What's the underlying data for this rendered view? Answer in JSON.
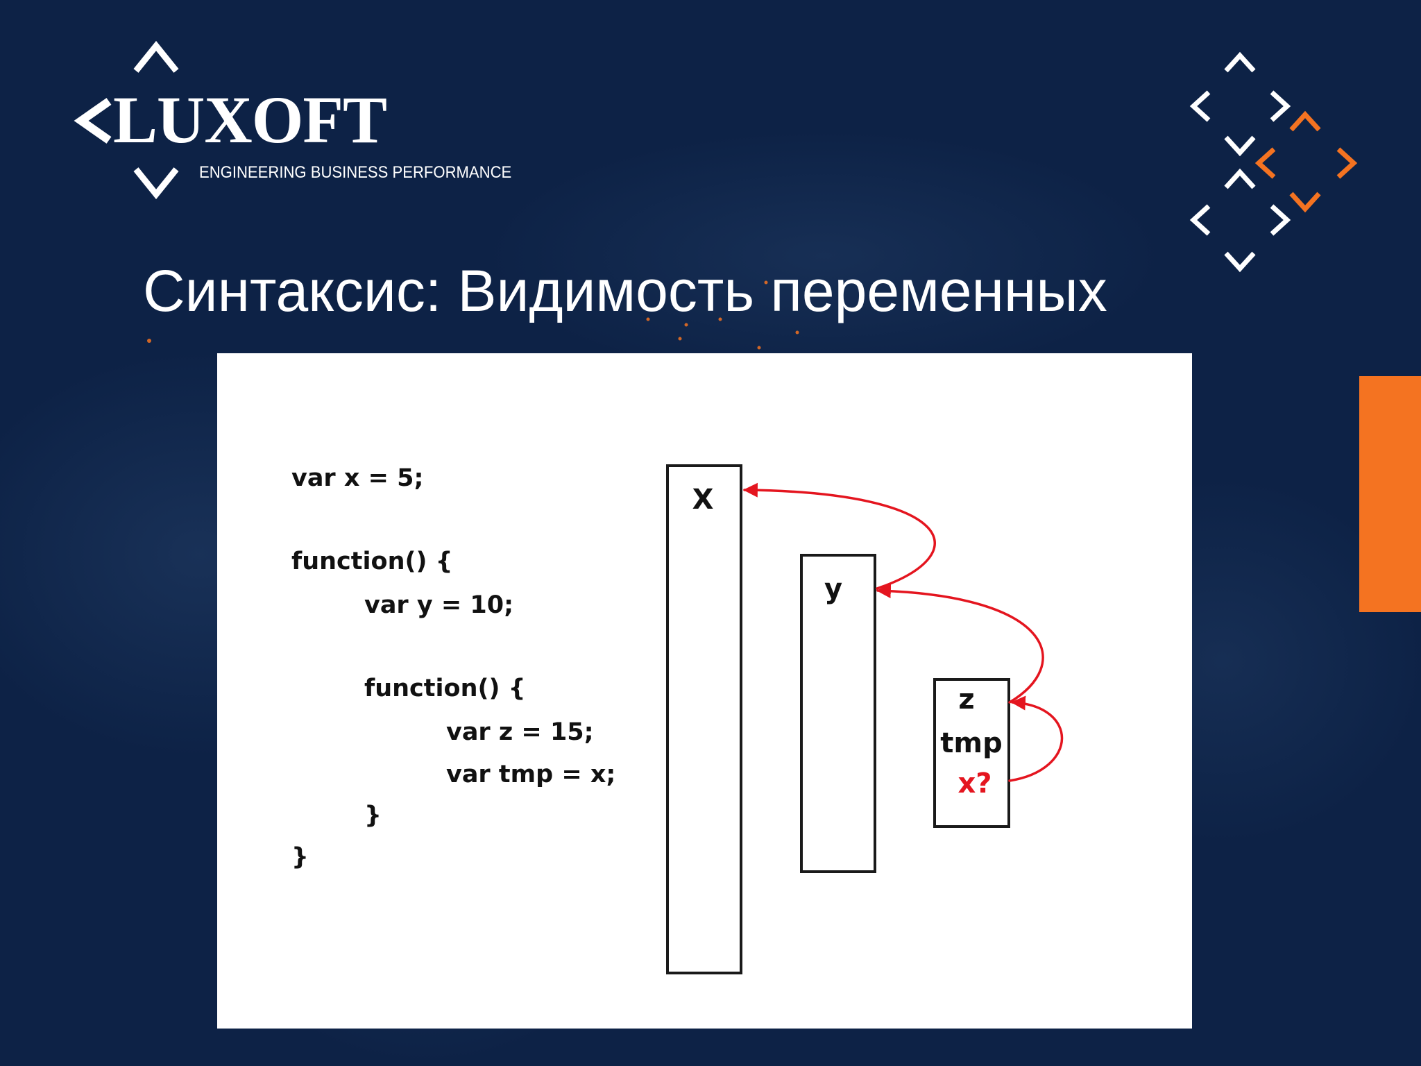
{
  "slide": {
    "logo": {
      "wordmark": "LUXOFT",
      "tagline": "ENGINEERING BUSINESS PERFORMANCE"
    },
    "title": "Синтаксис: Видимость переменных"
  },
  "diagram": {
    "code_lines": [
      "var x = 5;",
      "function() {",
      "var y = 10;",
      "function() {",
      "var z = 15;",
      "var tmp = x;",
      "}",
      "}"
    ],
    "scopes": [
      {
        "labels": [
          "X"
        ]
      },
      {
        "labels": [
          "y"
        ]
      },
      {
        "labels": [
          "z",
          "tmp",
          "x?"
        ]
      }
    ]
  },
  "icons": {
    "logo": [
      "chevron-up-icon",
      "chevron-left-icon",
      "chevron-down-icon"
    ],
    "pattern": "chevron-grid-icon",
    "arrows": "scope-chain-arrow-icon"
  },
  "colors": {
    "background": "#0d2246",
    "accent": "#f47321",
    "arrow": "#e4151f",
    "text": "#ffffff",
    "ink": "#111111"
  }
}
